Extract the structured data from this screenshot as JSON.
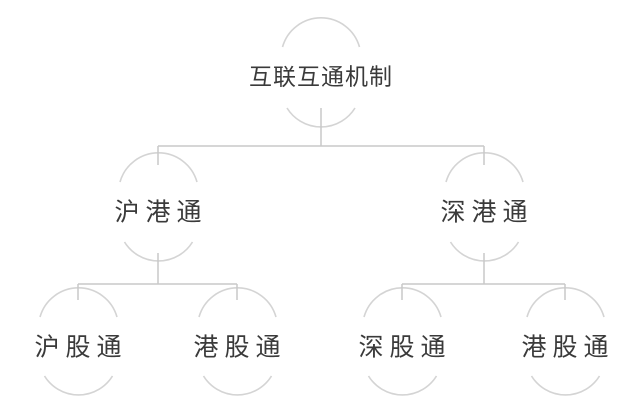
{
  "colors": {
    "line": "#c9c9c9",
    "arc": "#d4d4d4",
    "text": "#3a3a3a",
    "background": "#ffffff"
  },
  "diagram": {
    "root": {
      "label": "互联互通机制"
    },
    "children": [
      {
        "label": "沪港通",
        "children": [
          {
            "label": "沪股通"
          },
          {
            "label": "港股通"
          }
        ]
      },
      {
        "label": "深港通",
        "children": [
          {
            "label": "深股通"
          },
          {
            "label": "港股通"
          }
        ]
      }
    ]
  }
}
